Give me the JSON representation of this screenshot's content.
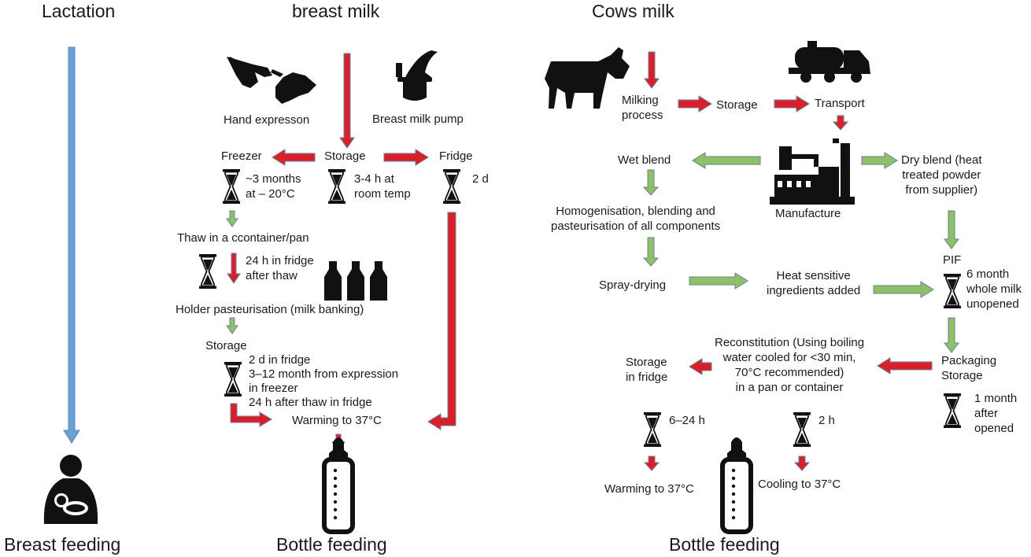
{
  "colors": {
    "arrow_blue": "#6a9fd3",
    "arrow_red": "#d81f2a",
    "arrow_green": "#8cc168",
    "arrow_outline": "#6b7f99",
    "icon_black": "#111111"
  },
  "headings": {
    "lactation": "Lactation",
    "breast_milk": "breast milk",
    "cows_milk": "Cows milk"
  },
  "footers": {
    "breast_feeding": "Breast feeding",
    "bottle_feeding_left": "Bottle feeding",
    "bottle_feeding_right": "Bottle feeding"
  },
  "breast_milk": {
    "hand_expression": "Hand expresson",
    "pump": "Breast milk pump",
    "storage": "Storage",
    "storage_time": "3-4 h at\nroom temp",
    "freezer": "Freezer",
    "freezer_time": "~3 months\nat – 20°C",
    "fridge": "Fridge",
    "fridge_time": "2 d",
    "thaw": "Thaw in a ccontainer/pan",
    "thaw_time": "24 h in fridge\nafter thaw",
    "holder": "Holder pasteurisation (milk banking)",
    "storage2": "Storage",
    "storage2_time": "2 d in fridge\n3–12 month from expression\nin freezer\n24 h after thaw in fridge",
    "warming": "Warming to 37°C"
  },
  "cows_milk": {
    "milking": "Milking\nprocess",
    "storage": "Storage",
    "transport": "Transport",
    "wet_blend": "Wet blend",
    "manufacture": "Manufacture",
    "dry_blend": "Dry blend (heat\ntreated powder\nfrom supplier)",
    "homogenisation": "Homogenisation, blending and\npasteurisation of all components",
    "spray_drying": "Spray-drying",
    "heat_sensitive": "Heat sensitive\ningredients added",
    "pif": "PIF",
    "pif_time": "6 month\nwhole milk\nunopened",
    "packaging": "Packaging\nStorage",
    "packaging_time": "1 month\nafter\nopened",
    "reconstitution": "Reconstitution (Using boiling\nwater cooled for <30 min,\n70°C recommended)\nin a pan or container",
    "storage_fridge": "Storage\nin fridge",
    "fridge_time": "6–24 h",
    "pan_time": "2 h",
    "warming": "Warming to 37°C",
    "cooling": "Cooling to 37°C"
  },
  "icons": [
    "hands-icon",
    "breast-pump-icon",
    "hourglass-icon",
    "milk-bottles-icon",
    "baby-bottle-icon",
    "breastfeeding-icon",
    "cow-icon",
    "tanker-truck-icon",
    "factory-icon"
  ]
}
